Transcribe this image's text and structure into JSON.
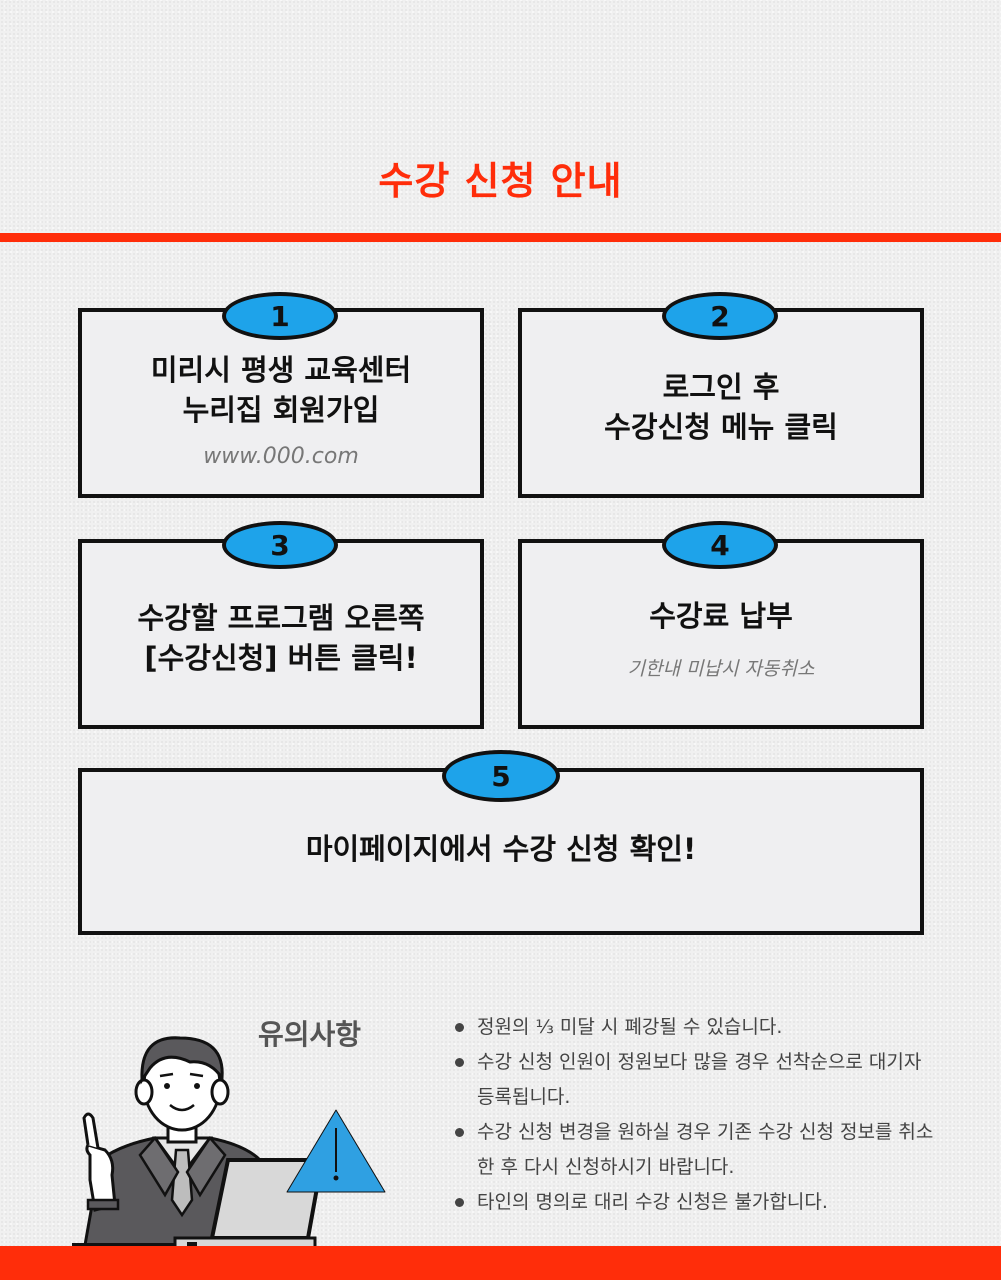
{
  "header": {
    "title": "수강 신청 안내"
  },
  "steps": [
    {
      "number": "1",
      "lines": [
        "미리시 평생 교육센터",
        "누리집 회원가입"
      ],
      "sub": "www.000.com"
    },
    {
      "number": "2",
      "lines": [
        "로그인 후",
        "수강신청 메뉴 클릭"
      ],
      "sub": ""
    },
    {
      "number": "3",
      "lines": [
        "수강할 프로그램 오른쪽",
        "[수강신청] 버튼 클릭!"
      ],
      "sub": ""
    },
    {
      "number": "4",
      "lines": [
        "수강료 납부"
      ],
      "sub": "기한내 미납시 자동취소"
    },
    {
      "number": "5",
      "lines": [
        "마이페이지에서 수강 신청 확인!"
      ],
      "sub": ""
    }
  ],
  "notes": {
    "title": "유의사항",
    "items": [
      "정원의 ⅓ 미달 시 폐강될 수 있습니다.",
      "수강 신청 인원이 정원보다 많을 경우 선착순으로 대기자 등록됩니다.",
      "수강 신청 변경을 원하실 경우 기존 수강 신청 정보를 취소한 후 다시 신청하시기 바랍니다.",
      "타인의 명의로 대리 수강 신청은 불가합니다."
    ]
  },
  "colors": {
    "accent_red": "#ff2d0a",
    "badge_blue": "#1ea3ea",
    "border": "#111111",
    "card_bg": "#efeff1"
  }
}
